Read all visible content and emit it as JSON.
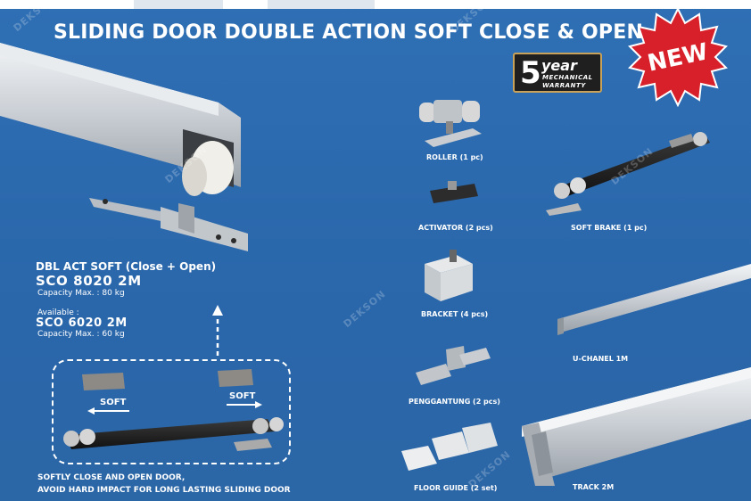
{
  "header": {
    "title": "SLIDING DOOR DOUBLE ACTION SOFT CLOSE & OPEN"
  },
  "warranty": {
    "number": "5",
    "word": "year",
    "line2": "MECHANICAL",
    "line3": "WARRANTY"
  },
  "badge": {
    "text": "NEW"
  },
  "product": {
    "name": "DBL ACT SOFT (Close + Open)",
    "code": "SCO 8020 2M",
    "capacity": "Capacity Max. : 80 kg"
  },
  "available": {
    "label": "Available :",
    "code": "SCO 6020 2M",
    "capacity": "Capacity Max. : 60 kg"
  },
  "diagram": {
    "soft_left": "SOFT",
    "soft_right": "SOFT"
  },
  "footer": {
    "line1": "SOFTLY CLOSE AND OPEN DOOR,",
    "line2": "AVOID HARD IMPACT FOR LONG LASTING SLIDING DOOR"
  },
  "parts": [
    {
      "label": "ROLLER (1 pc)"
    },
    {
      "label": "ACTIVATOR (2 pcs)"
    },
    {
      "label": "SOFT BRAKE (1 pc)"
    },
    {
      "label": "BRACKET (4 pcs)"
    },
    {
      "label": "U-CHANEL 1M"
    },
    {
      "label": "PENGGANTUNG (2 pcs)"
    },
    {
      "label": "FLOOR GUIDE (2 set)"
    },
    {
      "label": "TRACK 2M"
    }
  ],
  "watermark": {
    "text": "DEKSON"
  },
  "colors": {
    "background": "#2c69ad",
    "badge_red": "#d8202a",
    "warranty_gold": "#c9a25a"
  }
}
